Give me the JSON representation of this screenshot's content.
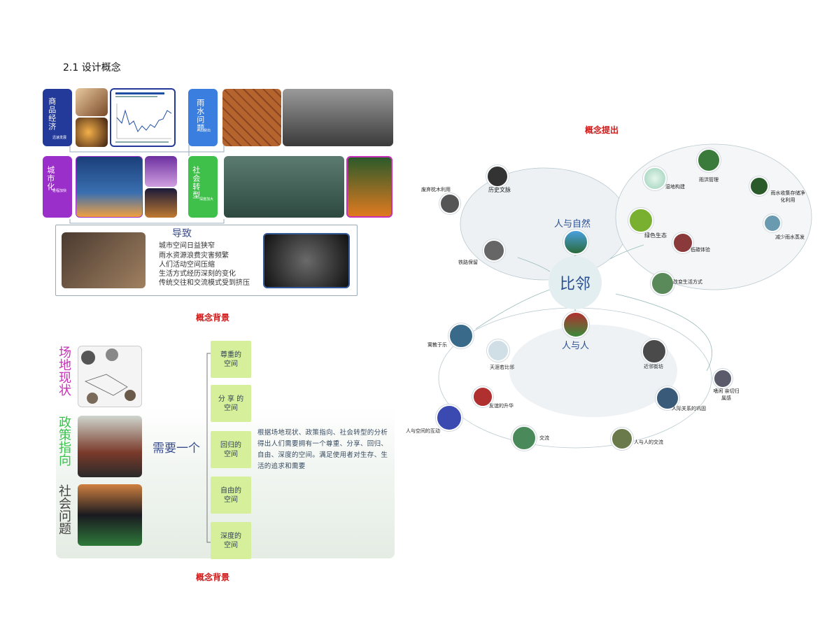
{
  "page_title": "2.1 设计概念",
  "background": {
    "caption": "概念背景",
    "tiles": [
      {
        "label": "商品经济",
        "sub": "迅速发展",
        "color": "#233a9a"
      },
      {
        "label": "雨水问题",
        "sub": "突出",
        "color": "#3a7fe0"
      },
      {
        "label": "城市化",
        "sub": "进程加快",
        "color": "#9a2fc9"
      },
      {
        "label": "社会转型",
        "sub": "深度加大",
        "color": "#3fc04a"
      }
    ],
    "lead": {
      "title": "导致",
      "lines": [
        "城市空间日益狭窄",
        "雨水资源浪费灾害频繁",
        "人们活动空间压缩",
        "生活方式经历深刻的变化",
        "传统交往和交流模式受到挤压"
      ]
    }
  },
  "need": {
    "caption": "概念背景",
    "side_labels": [
      {
        "text": "场地现状",
        "color": "#c731b8"
      },
      {
        "text": "政策指向",
        "color": "#37c24a"
      },
      {
        "text": "社会问题",
        "color": "#444444"
      }
    ],
    "heading": "需要一个",
    "spaces": [
      "尊重的空间",
      "分享的空间",
      "回归的空间",
      "自由的空间",
      "深度的空间"
    ],
    "space_display": [
      "尊重的\n空间",
      "分 享 的\n空间",
      "回归的\n空间",
      "自由的\n空间",
      "深度的\n空间"
    ],
    "description": "根据场地现状、政策指向、社会转型的分析得出人们需要拥有一个尊重、分享、回归、自由、深度的空间。满足使用者对生存、生活的追求和需要"
  },
  "concept": {
    "caption": "概念提出",
    "center": "比邻",
    "main_nodes": [
      "人与自然",
      "人与人"
    ],
    "left_loop": [
      "历史文脉",
      "废弃枕木利用",
      "铁路保留"
    ],
    "right_loop": [
      "湿地构建",
      "雨洪管理",
      "雨水收集存储净化利用",
      "减少雨水蒸发",
      "绿色生态",
      "低碳体验",
      "改变生活方式"
    ],
    "bottom_loop": [
      "寓教于乐",
      "天涯若比邻",
      "友谊的升华",
      "人与空间的互动",
      "交流",
      "人与人的交流",
      "人际关系的巩固",
      "近邻街坊",
      "嗜闲 亲切归属感"
    ]
  },
  "colors": {
    "caption_red": "#d11a1a",
    "label_blue": "#2a4f8f",
    "space_green": "#d6ef9a"
  }
}
